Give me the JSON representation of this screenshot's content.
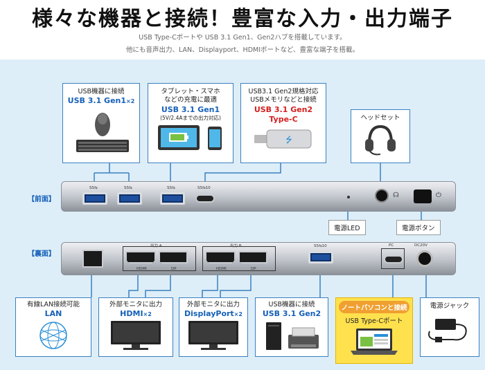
{
  "header": {
    "title": "様々な機器と接続！豊富な入力・出力端子",
    "subtitle1": "USB Type-Cポートや USB 3.1 Gen1、Gen2ハブを搭載しています。",
    "subtitle2": "他にも音声出力、LAN、Displayport、HDMIポートなど、豊富な端子を搭載。"
  },
  "top_boxes": {
    "usb_gen1": {
      "line1": "USB機器に接続",
      "line2": "USB 3.1 Gen1",
      "line2_suffix": "×2"
    },
    "charge": {
      "line1": "タブレット・スマホ",
      "line2": "などの充電に最適",
      "line3": "USB 3.1 Gen1",
      "line4": "(5V/2.4Aまでの出力対応)"
    },
    "gen2_c": {
      "line1": "USB3.1 Gen2規格対応",
      "line2": "USBメモリなどと接続",
      "line3": "USB 3.1 Gen2",
      "line4": "Type-C"
    },
    "headset": {
      "line1": "ヘッドセット"
    }
  },
  "labels": {
    "front": "【前面】",
    "back": "【裏面】"
  },
  "front_ports": {
    "usb_mark": "SS⇆",
    "usbc_mark": "SS⇆10"
  },
  "back_ports": {
    "out_a": "出力 A",
    "out_b": "出力 B",
    "hdmi": "HDMI",
    "dp": "DP",
    "usb_mark": "SS⇆10",
    "pc": "PC",
    "dcin": "DC20V"
  },
  "callouts": {
    "led": "電源LED",
    "power": "電源ボタン"
  },
  "bottom_boxes": {
    "lan": {
      "line1": "有線LAN接続可能",
      "line2": "LAN"
    },
    "hdmi": {
      "line1": "外部モニタに出力",
      "line2": "HDMI",
      "line2_suffix": "×2"
    },
    "dp": {
      "line1": "外部モニタに出力",
      "line2": "DisplayPort",
      "line2_suffix": "×2"
    },
    "usb_gen2": {
      "line1": "USB機器に接続",
      "line2": "USB 3.1 Gen2"
    },
    "notebook": {
      "banner": "ノートパソコンと接続",
      "line1": "USB Type-Cポート"
    },
    "power": {
      "line1": "電源ジャック"
    }
  },
  "colors": {
    "accent_blue": "#1560b8",
    "accent_red": "#d41e1e",
    "panel_bg": "#ddeef8",
    "highlight": "#ffe14d",
    "banner": "#f0a030"
  }
}
